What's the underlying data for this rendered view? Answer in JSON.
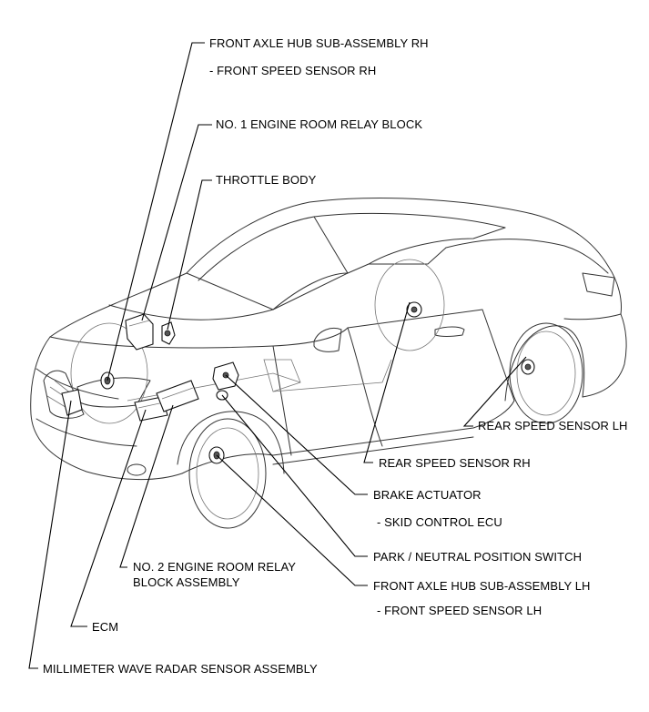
{
  "labels": {
    "front_axle_hub_rh": "FRONT AXLE HUB SUB-ASSEMBLY RH",
    "front_speed_sensor_rh": "- FRONT SPEED SENSOR RH",
    "engine_room_relay_block_1": "NO. 1 ENGINE ROOM RELAY BLOCK",
    "throttle_body": "THROTTLE BODY",
    "rear_speed_sensor_lh": "REAR SPEED SENSOR LH",
    "rear_speed_sensor_rh": "REAR SPEED SENSOR RH",
    "brake_actuator": "BRAKE ACTUATOR",
    "skid_control_ecu": "- SKID CONTROL ECU",
    "park_neutral_switch": "PARK / NEUTRAL POSITION SWITCH",
    "front_axle_hub_lh": "FRONT AXLE HUB SUB-ASSEMBLY LH",
    "front_speed_sensor_lh": "- FRONT SPEED SENSOR LH",
    "engine_room_relay_block_2_line1": "NO. 2 ENGINE ROOM RELAY",
    "engine_room_relay_block_2_line2": "BLOCK ASSEMBLY",
    "ecm": "ECM",
    "millimeter_wave_radar": "MILLIMETER WAVE RADAR SENSOR ASSEMBLY"
  },
  "colors": {
    "line": "#000000",
    "car_outline": "#333333",
    "background": "#ffffff"
  }
}
